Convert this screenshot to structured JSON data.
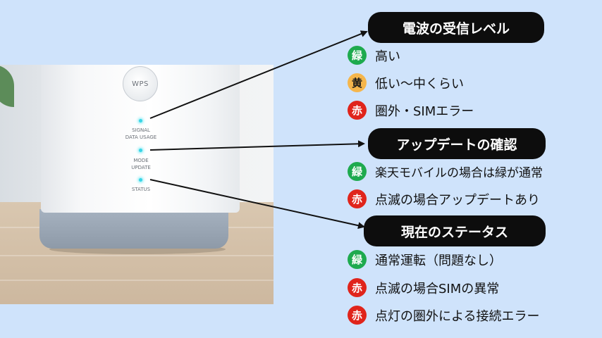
{
  "photo": {
    "wps_label": "WPS",
    "led_labels": {
      "signal": "SIGNAL",
      "data_usage": "DATA USAGE",
      "mode": "MODE",
      "update": "UPDATE",
      "status": "STATUS"
    },
    "led_color": "#39d5e6"
  },
  "colors": {
    "green": "#1eaa4e",
    "yellow": "#f5b64c",
    "red": "#e0241b",
    "pill_bg": "#0d0d0d",
    "background": "#cfe3fb"
  },
  "sections": [
    {
      "title": "電波の受信レベル",
      "items": [
        {
          "badge": "緑",
          "color": "green",
          "text": "高い"
        },
        {
          "badge": "黄",
          "color": "yellow",
          "text": "低い〜中くらい"
        },
        {
          "badge": "赤",
          "color": "red",
          "text": "圏外・SIMエラー"
        }
      ]
    },
    {
      "title": "アップデートの確認",
      "items": [
        {
          "badge": "緑",
          "color": "green",
          "text": "楽天モバイルの場合は緑が通常"
        },
        {
          "badge": "赤",
          "color": "red",
          "text": "点滅の場合アップデートあり"
        }
      ]
    },
    {
      "title": "現在のステータス",
      "items": [
        {
          "badge": "緑",
          "color": "green",
          "text": "通常運転（問題なし）"
        },
        {
          "badge": "赤",
          "color": "red",
          "text": "点滅の場合SIMの異常"
        },
        {
          "badge": "赤",
          "color": "red",
          "text": "点灯の圏外による接続エラー"
        }
      ]
    }
  ]
}
